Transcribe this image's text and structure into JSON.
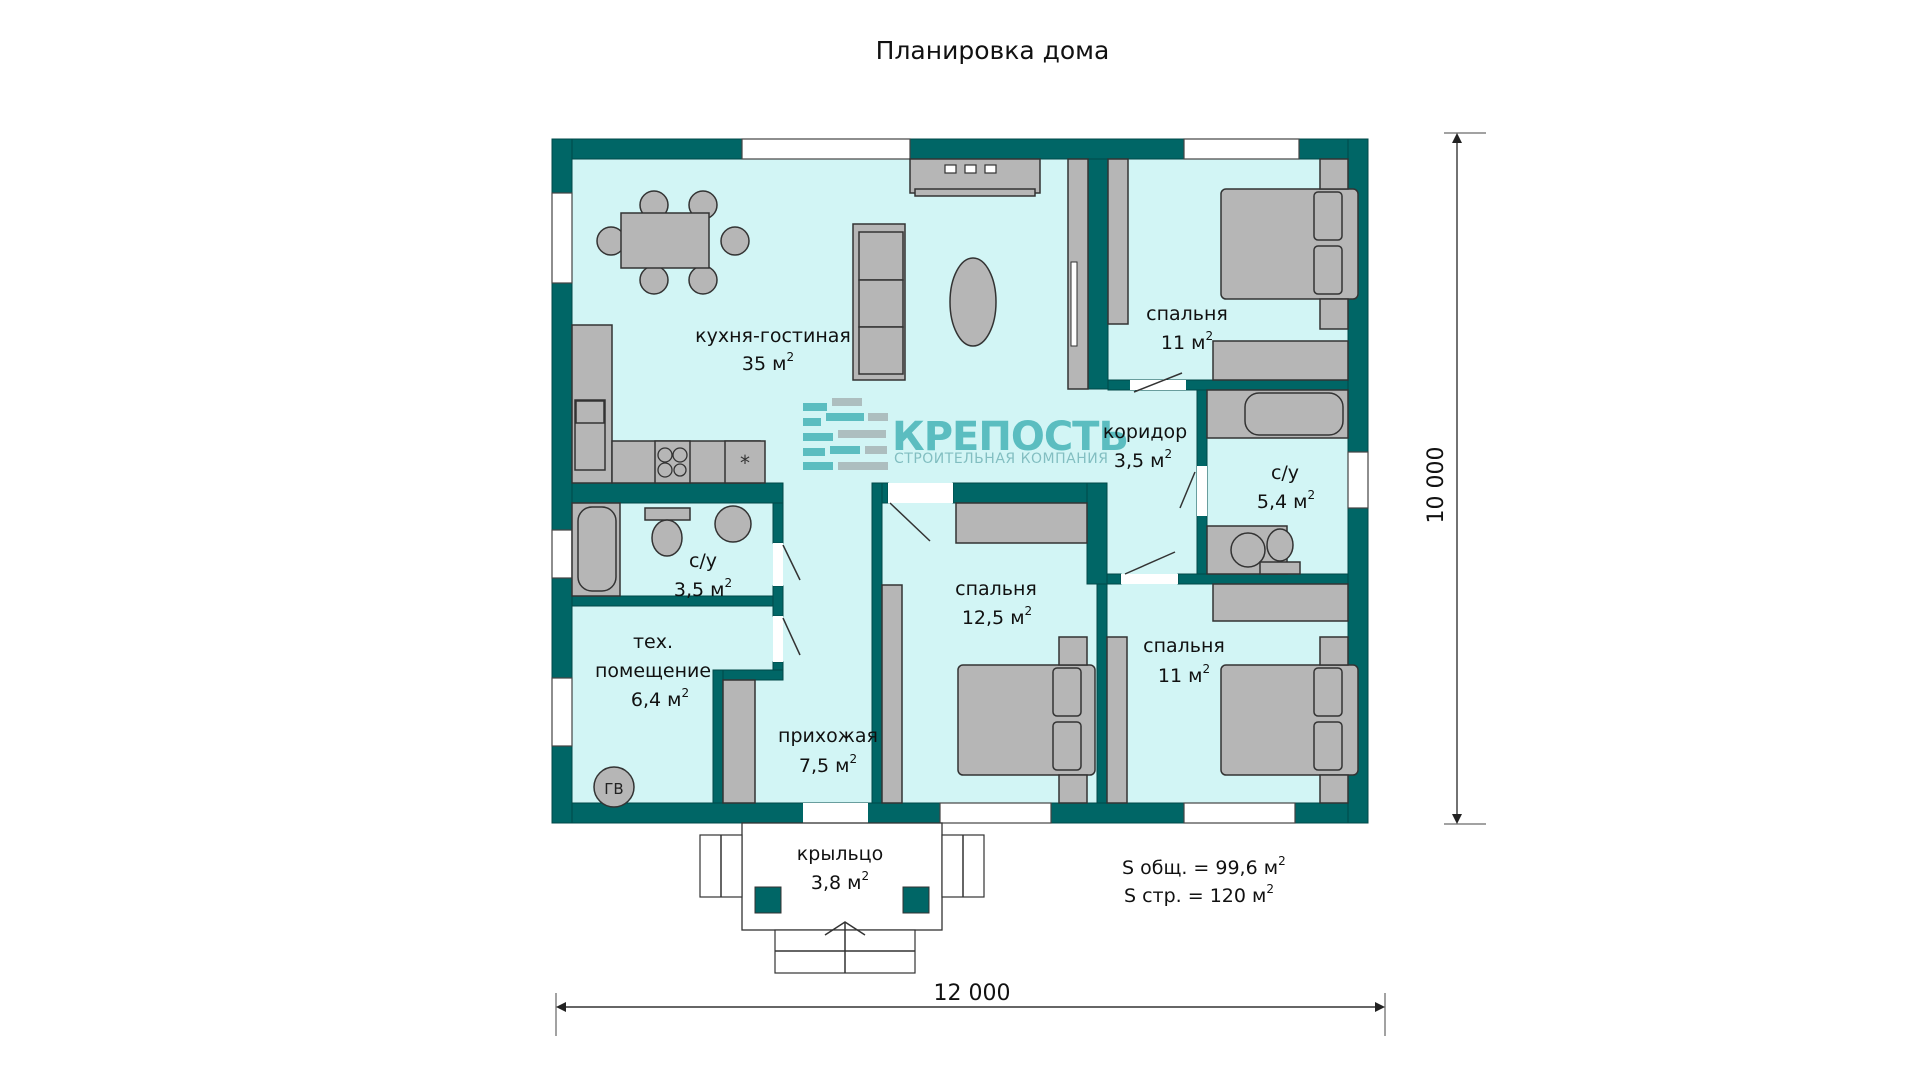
{
  "title": "Планировка дома",
  "rooms": {
    "living": {
      "name": "кухня-гостиная",
      "area": "35",
      "unit": "м",
      "exp": "2"
    },
    "bed_top": {
      "name": "спальня",
      "area": "11",
      "unit": "м",
      "exp": "2"
    },
    "corridor": {
      "name": "коридор",
      "area": "3,5",
      "unit": "м",
      "exp": "2"
    },
    "wc_right": {
      "name": "с/у",
      "area": "5,4",
      "unit": "м",
      "exp": "2"
    },
    "wc_left": {
      "name": "с/у",
      "area": "3,5",
      "unit": "м",
      "exp": "2"
    },
    "tech": {
      "name1": "тех.",
      "name2": "помещение",
      "area": "6,4",
      "unit": "м",
      "exp": "2"
    },
    "hall": {
      "name": "прихожая",
      "area": "7,5",
      "unit": "м",
      "exp": "2"
    },
    "bed_mid": {
      "name": "спальня",
      "area": "12,5",
      "unit": "м",
      "exp": "2"
    },
    "bed_bottom": {
      "name": "спальня",
      "area": "11",
      "unit": "м",
      "exp": "2"
    },
    "porch": {
      "name": "крыльцо",
      "area": "3,8",
      "unit": "м",
      "exp": "2"
    }
  },
  "boiler_label": "ГВ",
  "logo": {
    "name": "КРЕПОСТЬ",
    "subtitle": "СТРОИТЕЛЬНАЯ КОМПАНИЯ"
  },
  "summary": {
    "total": "S общ. = 99,6 м",
    "construction": "S стр. = 120 м",
    "exp": "2"
  },
  "dimensions": {
    "width": "12 000",
    "height": "10 000"
  },
  "colors": {
    "wall": "#006666",
    "floor": "#d2f5f5",
    "furniture": "#b6b6b6",
    "logo": "#4fb8bb"
  }
}
